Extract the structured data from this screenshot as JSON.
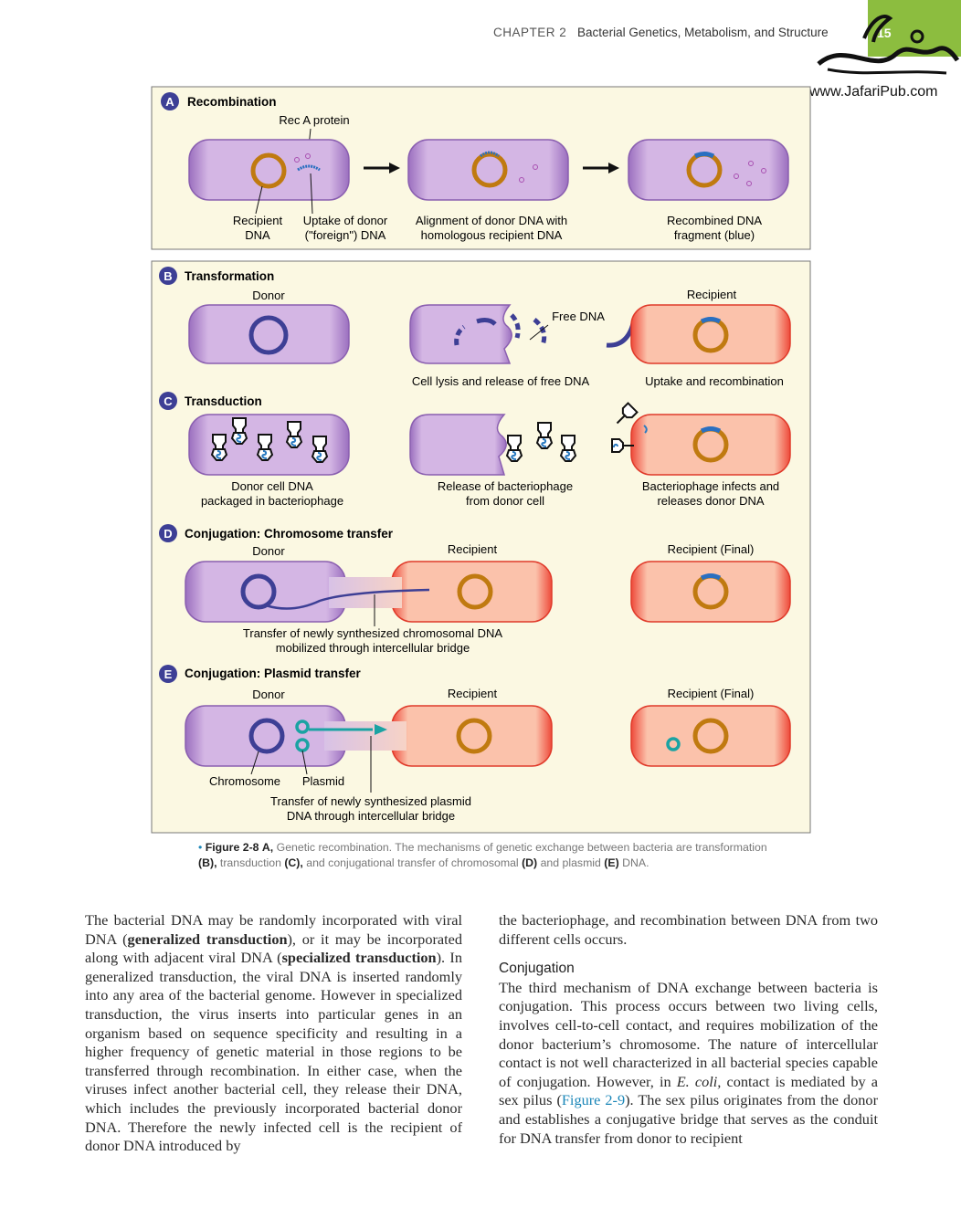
{
  "header": {
    "chapter": "CHAPTER 2",
    "title": "Bacterial Genetics, Metabolism, and Structure",
    "page": "15",
    "watermark": "www.JafariPub.com"
  },
  "figure": {
    "A": {
      "letter": "A",
      "title": "Recombination",
      "rec_a": "Rec A protein",
      "recipient_dna_1": "Recipient",
      "recipient_dna_2": "DNA",
      "uptake_1": "Uptake of donor",
      "uptake_2": "(\"foreign\") DNA",
      "align_1": "Alignment of donor DNA with",
      "align_2": "homologous recipient DNA",
      "recomb_1": "Recombined DNA",
      "recomb_2": "fragment (blue)"
    },
    "B": {
      "letter": "B",
      "title": "Transformation",
      "donor": "Donor",
      "recipient": "Recipient",
      "free_dna": "Free DNA",
      "lysis": "Cell lysis and release of free DNA",
      "uptake": "Uptake and recombination"
    },
    "C": {
      "letter": "C",
      "title": "Transduction",
      "packaged_1": "Donor cell DNA",
      "packaged_2": "packaged in bacteriophage",
      "release_1": "Release of bacteriophage",
      "release_2": "from donor cell",
      "infects_1": "Bacteriophage infects and",
      "infects_2": "releases donor DNA"
    },
    "D": {
      "letter": "D",
      "title": "Conjugation: Chromosome transfer",
      "donor": "Donor",
      "recipient": "Recipient",
      "final": "Recipient (Final)",
      "transfer_1": "Transfer of newly synthesized chromosomal DNA",
      "transfer_2": "mobilized through intercellular bridge"
    },
    "E": {
      "letter": "E",
      "title": "Conjugation: Plasmid transfer",
      "donor": "Donor",
      "recipient": "Recipient",
      "final": "Recipient (Final)",
      "chromosome": "Chromosome",
      "plasmid": "Plasmid",
      "transfer_1": "Transfer of newly synthesized plasmid",
      "transfer_2": "DNA through intercellular bridge"
    },
    "caption": {
      "label": "Figure 2-8",
      "A": "A,",
      "text1": " Genetic recombination. The mechanisms of genetic exchange between bacteria are transformation ",
      "B": "(B),",
      "text2": " transduction ",
      "C": "(C),",
      "text3": " and conjugational transfer of chromosomal ",
      "D": "(D)",
      "text4": " and plasmid ",
      "E": "(E)",
      "text5": " DNA."
    }
  },
  "body": {
    "left": {
      "p1a": "The bacterial DNA may be randomly incorporated with viral DNA (",
      "gen": "generalized transduction",
      "p1b": "), or it may be incorporated along with adjacent viral DNA (",
      "spec": "specialized transduction",
      "p1c": "). In generalized transduction, the viral DNA is inserted randomly into any area of the bacterial genome. However in specialized transduction, the virus inserts into particular genes in an organism based on sequence specificity and resulting in a higher frequency of genetic material in those regions to be transferred through recombination. In either case, when the viruses infect another bacterial cell, they release their DNA, which includes the previously incorporated bacterial donor DNA. Therefore the newly infected cell is the recipient of donor DNA introduced by"
    },
    "right": {
      "p0": "the bacteriophage, and recombination between DNA from two different cells occurs.",
      "heading": "Conjugation",
      "p1a": "The third mechanism of DNA exchange between bacteria is conjugation. This process occurs between two living cells, involves cell-to-cell contact, and requires mobilization of the donor bacterium’s chromosome. The nature of intercellular contact is not well characterized in all bacterial species capable of conjugation. However, in ",
      "ecoli": "E. coli,",
      "p1b": " contact is mediated by a sex pilus (",
      "figref": "Figure 2-9",
      "p1c": "). The sex pilus originates from the donor and establishes a conjugative bridge that serves as the conduit for DNA transfer from donor to recipient"
    }
  },
  "colors": {
    "panel_bg": "#fbf8e2",
    "purple": "#c9a6d9",
    "recipient": "#f6b59b",
    "plasmid": "#1aa3a3",
    "accent_blue": "#1a86b8"
  }
}
